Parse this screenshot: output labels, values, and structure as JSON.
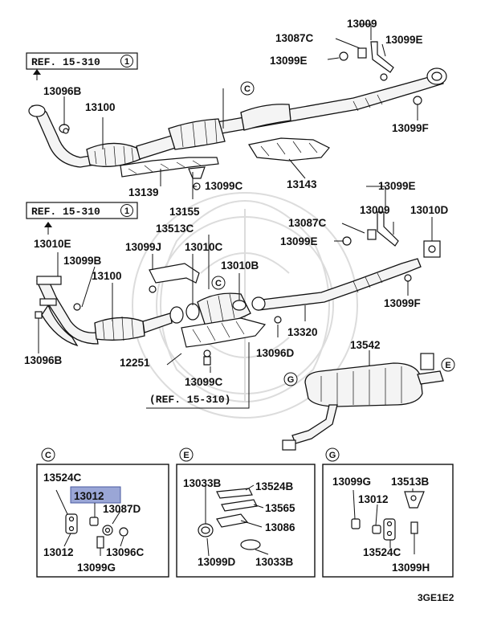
{
  "ref_boxes": [
    {
      "text": "REF. 15-310",
      "num": "1"
    },
    {
      "text": "REF. 15-310",
      "num": "1"
    }
  ],
  "ref_text_bottom": "(REF. 15-310)",
  "callouts": {
    "C": "C",
    "E": "E",
    "G": "G"
  },
  "labels": {
    "top": {
      "p13009": "13009",
      "p13087C": "13087C",
      "p13099E_r": "13099E",
      "p13099E_l": "13099E",
      "p13096B": "13096B",
      "p13100": "13100",
      "p13099F": "13099F",
      "p13139": "13139",
      "p13099C": "13099C",
      "p13143": "13143",
      "p13155": "13155"
    },
    "mid": {
      "p13099E_top": "13099E",
      "p13087C": "13087C",
      "p13009": "13009",
      "p13010D": "13010D",
      "p13099E_l": "13099E",
      "p13513C": "13513C",
      "p13010E": "13010E",
      "p13099J": "13099J",
      "p13010C": "13010C",
      "p13099B": "13099B",
      "p13010B": "13010B",
      "p13100": "13100",
      "p13099F": "13099F",
      "p13320": "13320",
      "p13096D": "13096D",
      "p13096B": "13096B",
      "p12251": "12251",
      "p13099C": "13099C",
      "p13542": "13542"
    },
    "detail_c": {
      "p13524C": "13524C",
      "p13012_hl": "13012",
      "p13087D": "13087D",
      "p13012": "13012",
      "p13096C": "13096C",
      "p13099G": "13099G"
    },
    "detail_e": {
      "p13033B_t": "13033B",
      "p13524B": "13524B",
      "p13565": "13565",
      "p13086": "13086",
      "p13099D": "13099D",
      "p13033B_b": "13033B"
    },
    "detail_g": {
      "p13099G": "13099G",
      "p13513B": "13513B",
      "p13012": "13012",
      "p13524C": "13524C",
      "p13099H": "13099H"
    }
  },
  "footer_code": "3GE1E2"
}
